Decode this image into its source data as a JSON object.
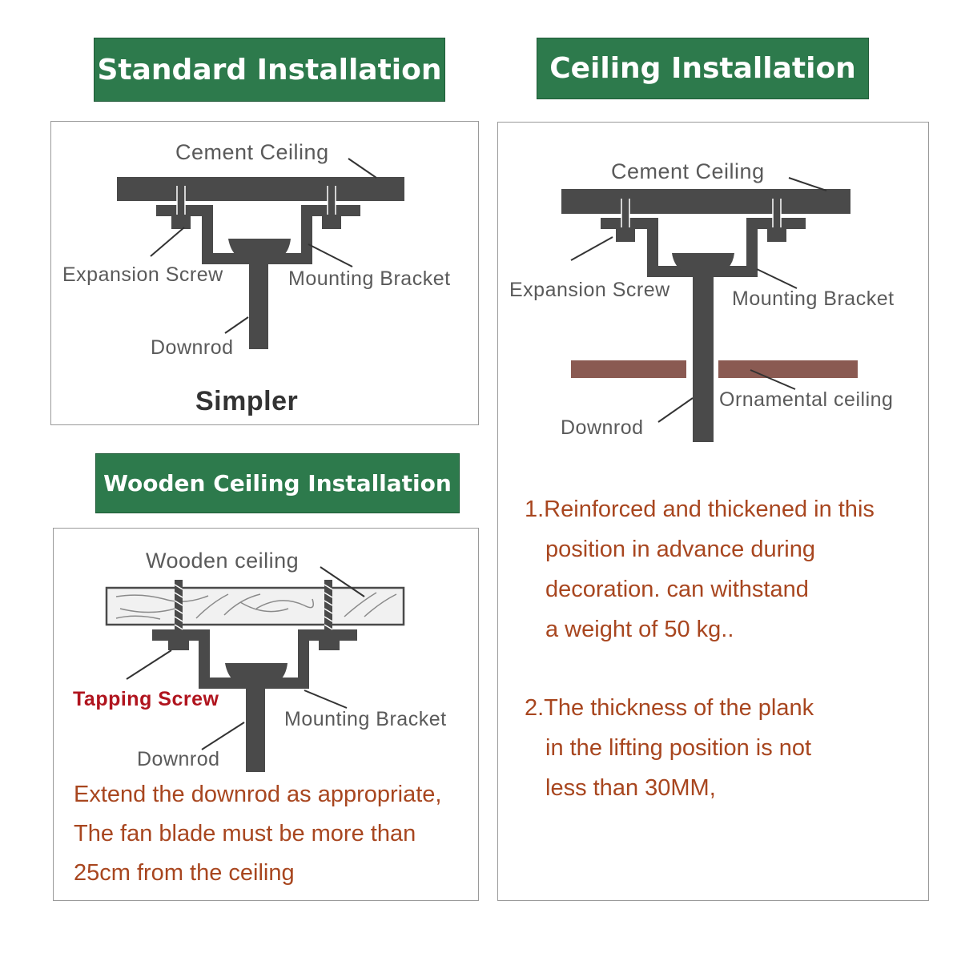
{
  "standard": {
    "title": "Standard Installation",
    "labels": {
      "cement_ceiling": "Cement Ceiling",
      "expansion_screw": "Expansion Screw",
      "mounting_bracket": "Mounting Bracket",
      "downrod": "Downrod"
    },
    "caption": "Simpler"
  },
  "ceiling": {
    "title": "Ceiling Installation",
    "labels": {
      "cement_ceiling": "Cement Ceiling",
      "expansion_screw": "Expansion Screw",
      "mounting_bracket": "Mounting Bracket",
      "ornamental_ceiling": "Ornamental ceiling",
      "downrod": "Downrod"
    },
    "notes": [
      "1.Reinforced and thickened in this",
      "position in advance during",
      "decoration. can withstand",
      "a weight of 50 kg..",
      "2.The thickness of the plank",
      "in the lifting position is not",
      "less than 30MM,"
    ]
  },
  "wooden": {
    "title": "Wooden Ceiling Installation",
    "labels": {
      "wooden_ceiling": "Wooden ceiling",
      "tapping_screw": "Tapping Screw",
      "mounting_bracket": "Mounting Bracket",
      "downrod": "Downrod"
    },
    "notes": [
      "Extend the downrod as appropriate,",
      "The fan blade must be more than",
      "25cm from the ceiling"
    ]
  },
  "colors": {
    "banner_green": "#2d7a4c",
    "diagram_gray": "#4a4a4a",
    "note_brown": "#a8461f",
    "tapping_red": "#b0141e",
    "ornamental_brown": "#8a5a52"
  }
}
